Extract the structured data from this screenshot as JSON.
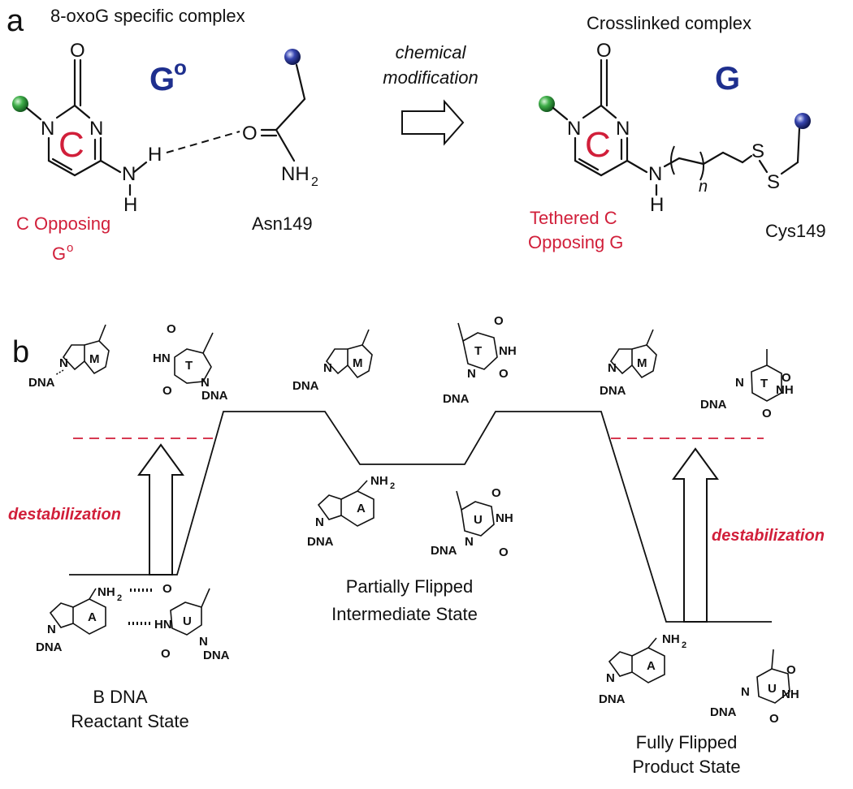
{
  "colors": {
    "red": "#d11f3a",
    "navy": "#1e2f8e",
    "green_sphere": "#3fae49",
    "blue_sphere": "#2e3a9e"
  },
  "panel_a": {
    "letter": "a",
    "left_title": "8-oxoG specific complex",
    "right_title": "Crosslinked complex",
    "go_label": "G",
    "go_sup": "o",
    "g_label": "G",
    "arrow_text_1": "chemical",
    "arrow_text_2": "modification",
    "left_caption_1": "C Opposing",
    "left_caption_2": "G",
    "left_caption_2_sup": "o",
    "asn_label": "Asn149",
    "right_caption_1": "Tethered C",
    "right_caption_2": "Opposing G",
    "cys_label": "Cys149",
    "c_label": "C",
    "atoms": {
      "O": "O",
      "N": "N",
      "H": "H",
      "NH": "NH",
      "NH2": "NH",
      "sub2": "2",
      "S": "S",
      "n": "n"
    }
  },
  "panel_b": {
    "letter": "b",
    "destab_label": "destabilization",
    "reactant_1": "B DNA",
    "reactant_2": "Reactant State",
    "intermediate_1": "Partially Flipped",
    "intermediate_2": "Intermediate State",
    "product_1": "Fully Flipped",
    "product_2": "Product State",
    "bases": {
      "M": "M",
      "T": "T",
      "A": "A",
      "U": "U",
      "DNA": "DNA",
      "N": "N",
      "O": "O",
      "HN": "HN",
      "NH": "NH",
      "NH2": "NH",
      "sub2": "2"
    }
  }
}
